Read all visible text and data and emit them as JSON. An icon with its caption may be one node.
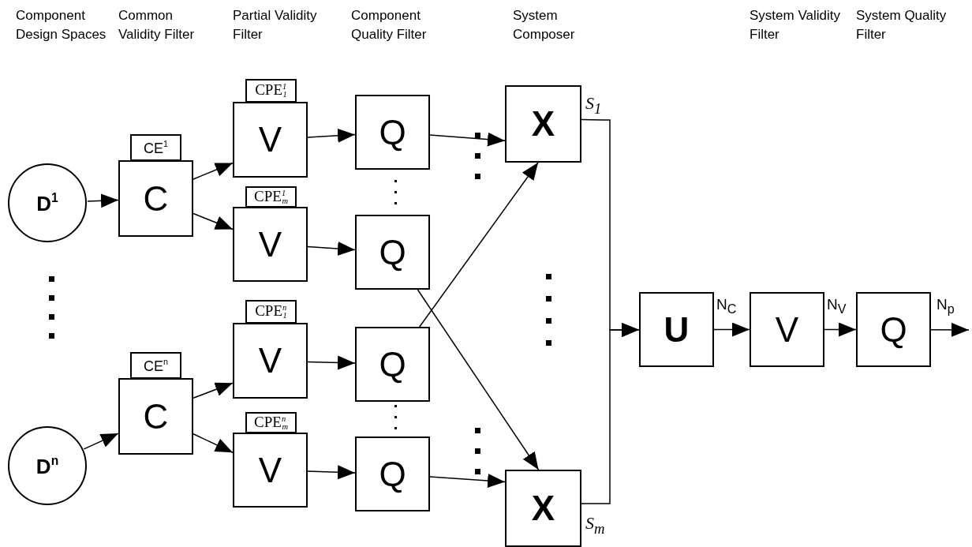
{
  "diagram": {
    "nodes": [
      {
        "text": [
          "D$^{1}$"
        ]
      },
      {
        "text": [
          "CE$^{1}$"
        ]
      },
      {
        "text": [
          "C"
        ]
      },
      {
        "text": [
          "CPE$^{1}$$_{1}$"
        ]
      },
      {
        "text": [
          "V"
        ]
      },
      {
        "text": [
          "CPE$^{1}$$_{m}$"
        ]
      },
      {
        "text": [
          "V"
        ]
      },
      {
        "text": [
          "Q"
        ]
      },
      {
        "text": [
          "Q"
        ]
      },
      {
        "text": [
          "X"
        ]
      },
      {
        "text": [
          "D$^{n}$"
        ]
      },
      {
        "text": [
          "CE$^{n}$"
        ]
      },
      {
        "text": [
          "C"
        ]
      },
      {
        "text": [
          "CPE$^{n}$$_{1}$"
        ]
      },
      {
        "text": [
          "V"
        ]
      },
      {
        "text": [
          "CPE$^{n}$$_{m}$"
        ]
      },
      {
        "text": [
          "V"
        ]
      },
      {
        "text": [
          "Q"
        ]
      },
      {
        "text": [
          "Q"
        ]
      },
      {
        "text": [
          "X"
        ]
      },
      {
        "text": [
          "U"
        ]
      },
      {
        "text": [
          "V"
        ]
      },
      {
        "text": [
          "Q"
        ]
      }
    ],
    "edges": [
      {
        "from": 0,
        "to": 2,
        "arrow": "to"
      },
      {
        "from": 2,
        "to": 4,
        "arrow": "to"
      },
      {
        "from": 2,
        "to": 6,
        "arrow": "to"
      },
      {
        "from": 4,
        "to": 7,
        "arrow": "to"
      },
      {
        "from": 6,
        "to": 8,
        "arrow": "to"
      },
      {
        "from": 10,
        "to": 12,
        "arrow": "to"
      },
      {
        "from": 12,
        "to": 14,
        "arrow": "to"
      },
      {
        "from": 12,
        "to": 16,
        "arrow": "to"
      },
      {
        "from": 14,
        "to": 17,
        "arrow": "to"
      },
      {
        "from": 16,
        "to": 18,
        "arrow": "to"
      },
      {
        "from": 7,
        "to": 9,
        "arrow": "to"
      },
      {
        "from": 17,
        "to": 9,
        "arrow": "to"
      },
      {
        "from": 8,
        "to": 19,
        "arrow": "to"
      },
      {
        "from": 18,
        "to": 19,
        "arrow": "to"
      },
      {
        "from": 9,
        "to": 20,
        "arrow": "to",
        "label": "S$_{1}$"
      },
      {
        "from": 19,
        "to": 20,
        "arrow": "to",
        "label": "S$_{m}$"
      },
      {
        "from": 20,
        "to": 21,
        "arrow": "to",
        "label": "N$_{C}$"
      },
      {
        "from": 21,
        "to": 22,
        "arrow": "to",
        "label": "N$_{V}$"
      },
      {
        "from": 22,
        "to": null,
        "arrow": "to",
        "label": "N$_{p}$"
      }
    ],
    "labels": [
      "Component Design Spaces",
      "Common Validity Filter",
      "Partial Validity Filter",
      "Component Quality Filter",
      "System Composer",
      "System Validity Filter",
      "System Quality Filter"
    ]
  }
}
